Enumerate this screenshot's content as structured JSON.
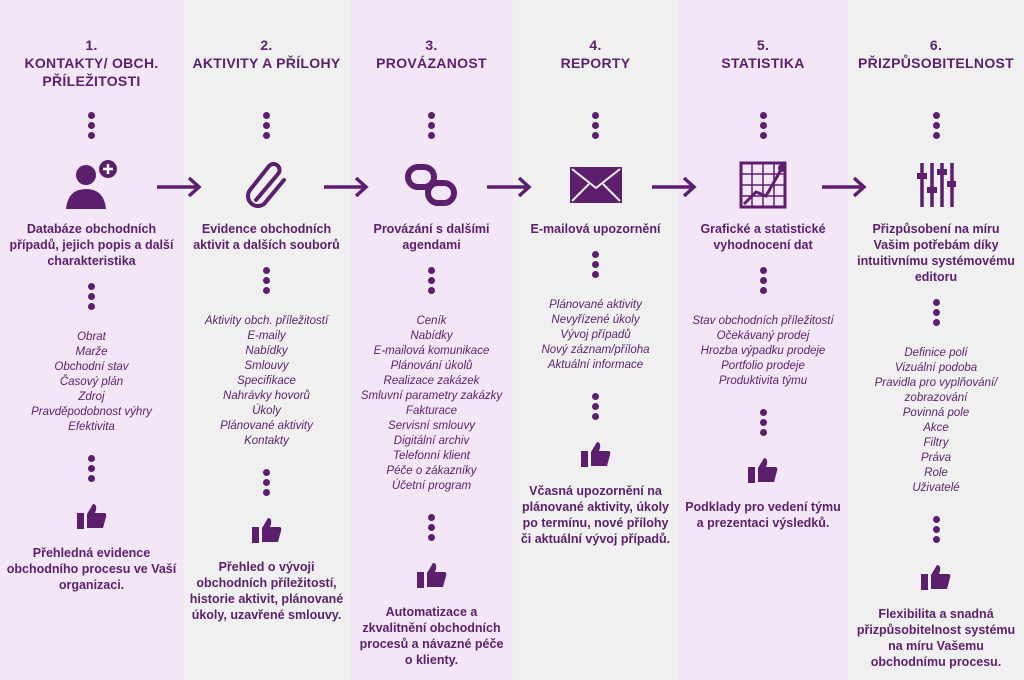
{
  "colors": {
    "purple": "#5c1f6e",
    "lavender": "#f3e6f6",
    "grey": "#f0f0f0"
  },
  "columns": [
    {
      "number": "1.",
      "title": "KONTAKTY/ OBCH. PŘÍLEŽITOSTI",
      "icon": "user-add-icon",
      "desc": "Databáze obchodních případů, jejich popis a další charakteristika",
      "items": [
        "Obrat",
        "Marže",
        "Obchodní stav",
        "Časový plán",
        "Zdroj",
        "Pravděpodobnost výhry",
        "Efektivita"
      ],
      "conclusion": "Přehledná evidence obchodního procesu ve Vaší organizaci."
    },
    {
      "number": "2.",
      "title": "AKTIVITY A PŘÍLOHY",
      "icon": "paperclip-icon",
      "desc": "Evidence obchodních aktivit a dalších souborů",
      "items": [
        "Aktivity obch. příležitostí",
        "E-maily",
        "Nabídky",
        "Smlouvy",
        "Specifikace",
        "Nahrávky hovorů",
        "Úkoly",
        "Plánované aktivity",
        "Kontakty"
      ],
      "conclusion": "Přehled o vývoji obchodních příležitostí, historie aktivit, plánované úkoly, uzavřené smlouvy."
    },
    {
      "number": "3.",
      "title": "PROVÁZANOST",
      "icon": "link-icon",
      "desc": "Provázání s dalšími agendami",
      "items": [
        "Ceník",
        "Nabídky",
        "E-mailová komunikace",
        "Plánování úkolů",
        "Realizace zakázek",
        "Smluvní parametry zakázky",
        "Fakturace",
        "Servisní smlouvy",
        "Digitální archiv",
        "Telefonní klient",
        "Péče o zákazníky",
        "Účetní program"
      ],
      "conclusion": "Automatizace a zkvalitnění obchodních procesů a návazné péče o klienty."
    },
    {
      "number": "4.",
      "title": "REPORTY",
      "icon": "envelope-icon",
      "desc": "E-mailová upozornění",
      "items": [
        "Plánované aktivity",
        "Nevyřízené úkoly",
        "Vývoj případů",
        "Nový záznam/příloha",
        "Aktuální informace"
      ],
      "conclusion": "Včasná upozornění na plánované aktivity, úkoly po termínu, nové přílohy či aktuální vývoj případů."
    },
    {
      "number": "5.",
      "title": "STATISTIKA",
      "icon": "chart-icon",
      "desc": "Grafické a statistické vyhodnocení dat",
      "items": [
        "Stav obchodních příležitostí",
        "Očekávaný prodej",
        "Hrozba výpadku prodeje",
        "Portfolio prodeje",
        "Produktivita týmu"
      ],
      "conclusion": "Podklady pro vedení týmu a prezentaci výsledků."
    },
    {
      "number": "6.",
      "title": "PŘIZPŮSOBITELNOST",
      "icon": "sliders-icon",
      "desc": "Přizpůsobení na míru Vašim potřebám díky intuitivnímu systémovému editoru",
      "items": [
        "Definice polí",
        "Vizuální podoba",
        "Pravidla pro vyplňování/ zobrazování",
        "Povinná pole",
        "Akce",
        "Filtry",
        "Práva",
        "Role",
        "Uživatelé"
      ],
      "conclusion": "Flexibilita a snadná přizpůsobitelnost systému na míru Vašemu obchodnímu procesu."
    }
  ]
}
